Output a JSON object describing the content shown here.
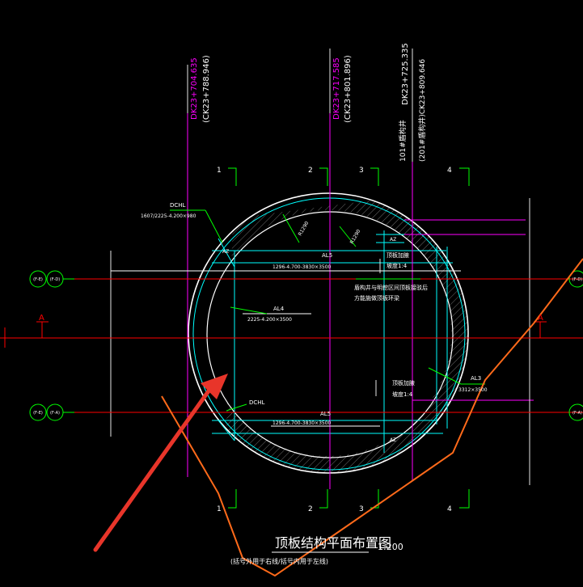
{
  "stations": {
    "s1_main": "DK23+704.635",
    "s1_sub": "(CK23+788.946)",
    "s2_main": "DK23+717.585",
    "s2_sub": "(CK23+801.896)",
    "s3_line1": "101#盾构井",
    "s3_main": "DK23+725.335",
    "s3_line2": "(201#盾构井)CK23+809.646"
  },
  "grid_numbers": {
    "n1_top": "1",
    "n2_top": "2",
    "n3_top": "3",
    "n4_top": "4",
    "n1_bot": "1",
    "n2_bot": "2",
    "n3_bot": "3",
    "n4_bot": "4"
  },
  "axis_bubbles": {
    "left_top_a": "(F-E)",
    "left_top_b": "(F-D)",
    "left_bot_a": "(F-E)",
    "left_bot_b": "(F-A)",
    "right_top": "(F-D)",
    "right_bot": "(F-A)"
  },
  "section_marks": {
    "left": "A",
    "right": "A"
  },
  "labels": {
    "dchl_top": "DCHL",
    "dchl_top_dim": "1607/2225-4.200×980",
    "r_left": "R1290",
    "r_right": "R1290",
    "al5_top": "AL5",
    "al5_top_dim": "1296-4.700-3830×3500",
    "top_reinf_1": "顶板加腋",
    "top_reinf_2": "坡度1:4",
    "note_1": "盾构井与明挖区间顶板接驳后",
    "note_2": "方能施做顶板环梁",
    "al4": "AL4",
    "al4_dim": "2225-4.200×3500",
    "bot_reinf_1": "顶板加腋",
    "bot_reinf_2": "坡度1:4",
    "al3": "AL3",
    "al3_dim": "3312×3500",
    "dchl_bot": "DCHL",
    "al5_bot": "AL5",
    "al5_bot_dim": "1296-4.700-3830×3500",
    "az_top": "AZ",
    "az_bot": "AZ",
    "az_left": "AZ"
  },
  "title": {
    "main": "顶板结构平面布置图",
    "scale": "1:200",
    "sub": "(括号外用于右线/括号内用于左线)"
  },
  "colors": {
    "green": "#00ff00",
    "cyan": "#00ffff",
    "magenta": "#ff00ff",
    "red": "#ff0000",
    "white": "#ffffff",
    "orange": "#ff6a1a",
    "arrow": "#e8352a"
  }
}
